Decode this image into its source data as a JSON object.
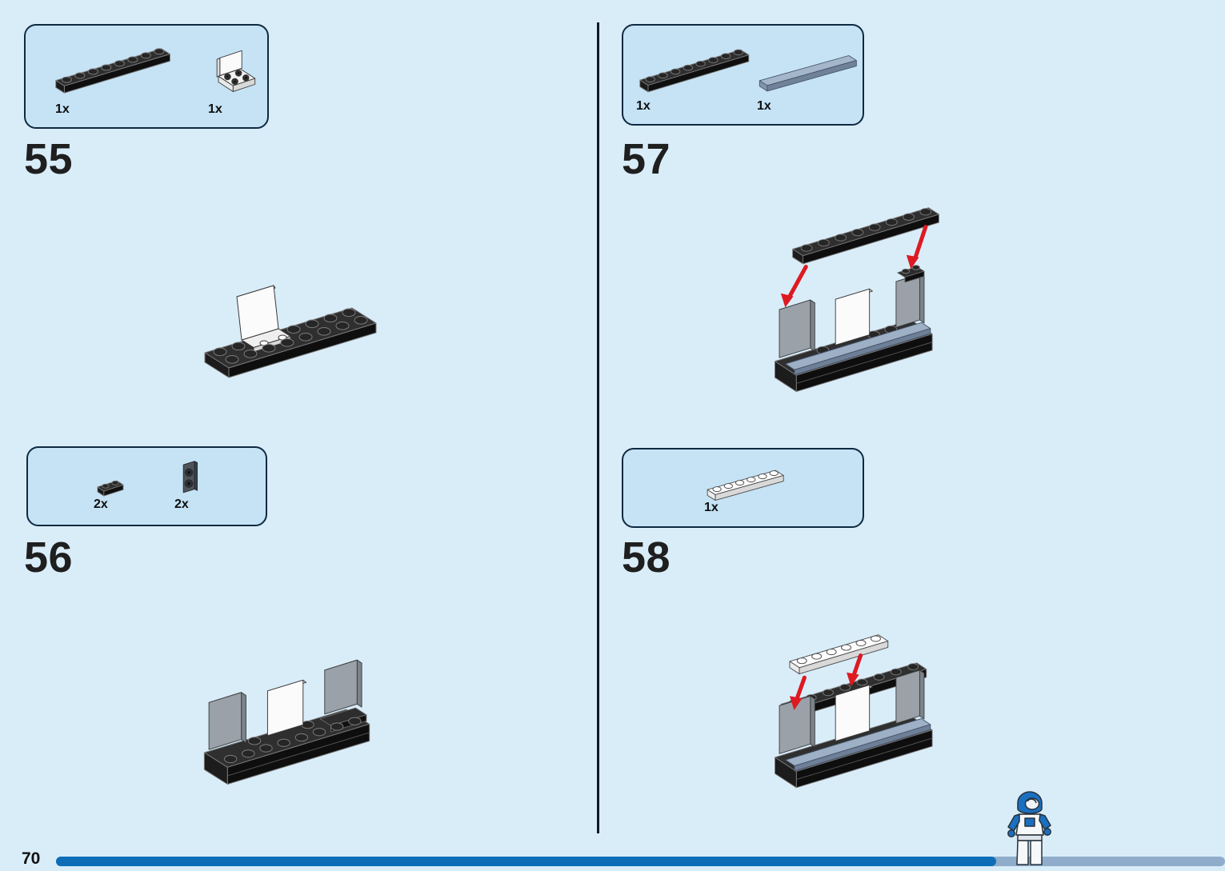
{
  "page": {
    "number": "70",
    "colors": {
      "background": "#d9edf9",
      "panel": "#c5e3f5",
      "panel_border": "#0e2940",
      "divider": "#131a24",
      "progress_done": "#0d6eb7",
      "progress_remaining": "#8fadcb",
      "arrow_red": "#dd1a21",
      "sand_blue_part": "#9db0c5"
    }
  },
  "steps": [
    {
      "number": "55",
      "parts": [
        {
          "count": "1x",
          "piece": "black-plate-1x8"
        },
        {
          "count": "1x",
          "piece": "white-bracket-2x2-with-clips"
        }
      ]
    },
    {
      "number": "56",
      "parts": [
        {
          "count": "2x",
          "piece": "black-plate-1x2"
        },
        {
          "count": "2x",
          "piece": "dark-grey-clip-bracket"
        }
      ]
    },
    {
      "number": "57",
      "parts": [
        {
          "count": "1x",
          "piece": "black-plate-1x8"
        },
        {
          "count": "1x",
          "piece": "sand-blue-tile-1x8"
        }
      ]
    },
    {
      "number": "58",
      "parts": [
        {
          "count": "1x",
          "piece": "white-plate-1x6"
        }
      ]
    }
  ]
}
